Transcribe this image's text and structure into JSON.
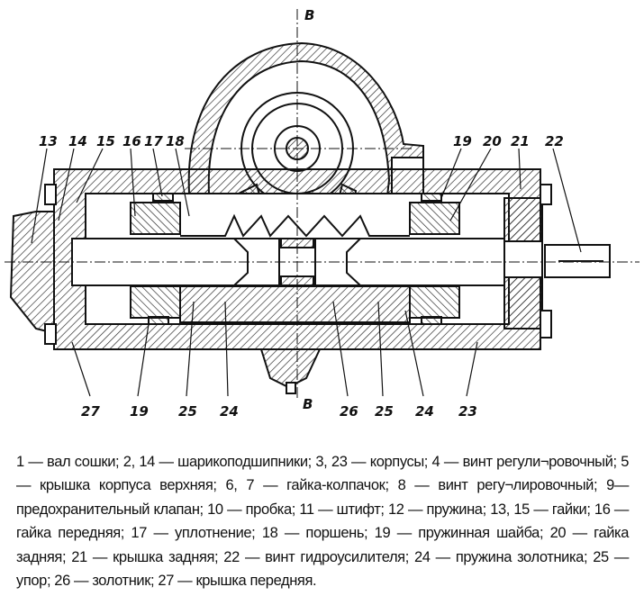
{
  "diagram": {
    "section_marks": [
      "B",
      "B"
    ],
    "labels_top": [
      "13",
      "14",
      "15",
      "16",
      "17",
      "18",
      "19",
      "20",
      "21",
      "22"
    ],
    "labels_bottom": [
      "27",
      "19",
      "25",
      "24",
      "26",
      "25",
      "24",
      "23"
    ]
  },
  "caption": "1 — вал сошки; 2, 14 — шарикоподшипники; 3, 23 — корпусы; 4 — винт регули¬ровочный; 5 — крышка корпуса верхняя; 6, 7 — гайка-колпачок; 8 — винт регу¬лировочный; 9— предохранительный клапан; 10 — пробка; 11 — штифт; 12 — пружина; 13, 15 — гайки; 16 — гайка передняя; 17 — уплотнение; 18 — поршень; 19 — пружинная шайба; 20 — гайка задняя; 21 — крышка задняя; 22 — винт гидроусилителя; 24 — пружина золотника; 25 — упор; 26 — золотник; 27 — крышка передняя."
}
